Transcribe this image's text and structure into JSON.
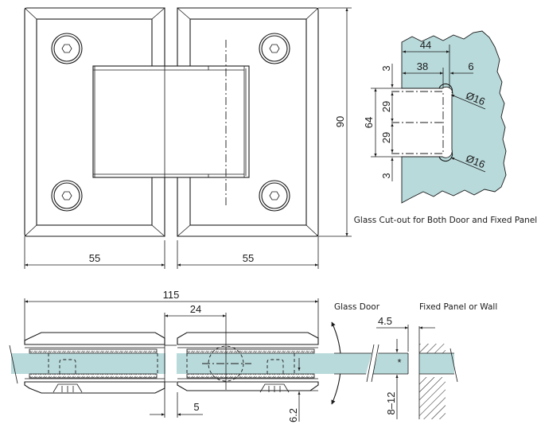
{
  "drawing": {
    "title": "Glass-to-glass 180° hinge technical drawing",
    "colors": {
      "glass": "#b9dadb",
      "line": "#1a1a1a",
      "background": "#ffffff"
    },
    "front_view": {
      "height_label": "90",
      "left_width_label": "55",
      "right_width_label": "55"
    },
    "cutout_view": {
      "caption": "Glass Cut-out for Both Door and Fixed Panel",
      "dim_44": "44",
      "dim_38": "38",
      "dim_6": "6",
      "dim_3_top": "3",
      "dim_29_top": "29",
      "dim_29_bottom": "29",
      "dim_64": "64",
      "dim_3_bottom": "3",
      "dia_top": "Ø16",
      "dia_bottom": "Ø16"
    },
    "section_view": {
      "overall_label": "115",
      "pivot_label": "24",
      "gap_label": "5",
      "plate_label": "6.2"
    },
    "clearance_view": {
      "glass_door_label": "Glass Door",
      "fixed_panel_label": "Fixed Panel or Wall",
      "gap_label": "4.5",
      "thickness_label": "8–12",
      "asterisk": "*"
    }
  }
}
